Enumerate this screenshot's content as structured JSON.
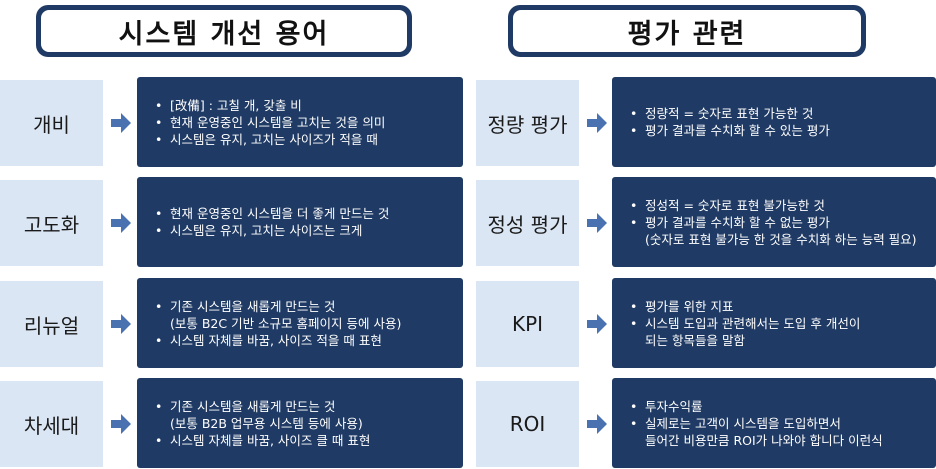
{
  "headers": {
    "left": "시스템 개선 용어",
    "right": "평가 관련"
  },
  "left_rows": [
    {
      "term": "개비",
      "bullets": [
        {
          "text": "[改備] : 고칠 개, 갖출 비"
        },
        {
          "text": "현재 운영중인 시스템을 고치는 것을 의미"
        },
        {
          "text": "시스템은 유지, 고치는 사이즈가 적을 때"
        }
      ]
    },
    {
      "term": "고도화",
      "bullets": [
        {
          "text": "현재 운영중인 시스템을 더 좋게 만드는 것"
        },
        {
          "text": "시스템은 유지, 고치는 사이즈는 크게"
        }
      ]
    },
    {
      "term": "리뉴얼",
      "bullets": [
        {
          "text": "기존 시스템을 새롭게 만드는 것",
          "cont": "(보통 B2C 기반 소규모 홈페이지 등에 사용)"
        },
        {
          "text": "시스템 자체를 바꿈, 사이즈 적을 때 표현"
        }
      ]
    },
    {
      "term": "차세대",
      "bullets": [
        {
          "text": "기존 시스템을 새롭게 만드는 것",
          "cont": "(보통 B2B 업무용 시스템 등에 사용)"
        },
        {
          "text": "시스템 자체를 바꿈, 사이즈 클 때 표현"
        }
      ]
    }
  ],
  "right_rows": [
    {
      "term": "정량 평가",
      "bullets": [
        {
          "text": "정량적 = 숫자로 표현 가능한 것"
        },
        {
          "text": "평가 결과를 수치화 할 수 있는 평가"
        }
      ]
    },
    {
      "term": "정성 평가",
      "bullets": [
        {
          "text": "정성적 = 숫자로 표현 불가능한 것"
        },
        {
          "text": "평가 결과를 수치화 할 수 없는 평가",
          "cont": "(숫자로 표현 불가능 한 것을 수치화 하는 능력 필요)"
        }
      ]
    },
    {
      "term": "KPI",
      "bullets": [
        {
          "text": "평가를 위한 지표"
        },
        {
          "text": "시스템 도입과 관련해서는 도입 후 개선이",
          "cont": "되는 항목들을 말함"
        }
      ]
    },
    {
      "term": "ROI",
      "bullets": [
        {
          "text": "투자수익률"
        },
        {
          "text": "실제로는 고객이 시스템을 도입하면서",
          "cont": "들어간 비용만큼 ROI가 나와야 합니다 이런식"
        }
      ]
    }
  ],
  "colors": {
    "header_border": "#1f3a64",
    "term_bg": "#dbe6f4",
    "desc_bg": "#1f3a64",
    "arrow": "#4a72b0"
  }
}
